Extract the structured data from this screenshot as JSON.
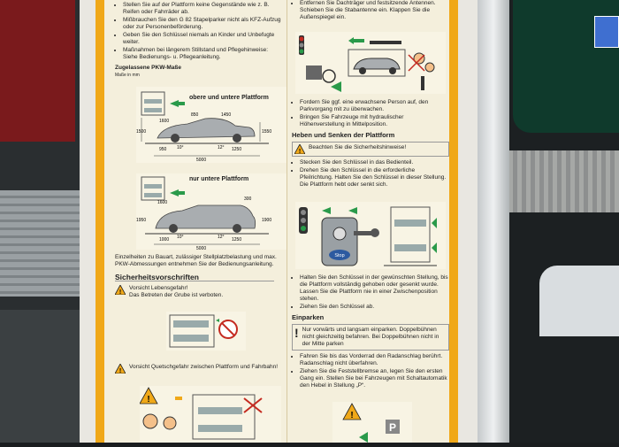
{
  "left_column": {
    "bullets_top": [
      "Stellen Sie auf der Plattform keine Gegenstände wie z. B. Reifen oder Fahrräder ab.",
      "Mißbrauchen Sie den G 82 Stapelparker nicht als KFZ-Aufzug oder zur Personenbeförderung.",
      "Geben Sie den Schlüssel niemals an Kinder und Unbefugte weiter.",
      "Maßnahmen bei längerem Stillstand und Pflegehinweise: Siehe Bedienungs- u. Pflegeanleitung."
    ],
    "dims_title": "Zugelassene PKW-Maße",
    "dims_subtitle": "Maße in mm",
    "platform1_label": "obere und untere Plattform",
    "platform2_label": "nur untere Plattform",
    "dims1": [
      "850",
      "1450",
      "1600",
      "1500",
      "1550",
      "950",
      "1250",
      "5000",
      "10°",
      "12°"
    ],
    "dims2": [
      "1600",
      "300",
      "1950",
      "1900",
      "1000",
      "1250",
      "5000",
      "10°",
      "12°"
    ],
    "note": "Einzelheiten zu Bauart, zulässiger Stellplatzbelastung und max. PKW-Abmessungen entnehmen Sie der Bedienungsanleitung.",
    "safety_title": "Sicherheitsvorschriften",
    "warn1_title": "Vorsicht Lebensgefahr!",
    "warn1_text": "Das Betreten der Grube ist verboten.",
    "warn2_text": "Vorsicht Quetschgefahr zwischen Plattform und Fahrbahn!"
  },
  "right_column": {
    "bullets_top": [
      "Entfernen Sie Dachträger und festsitzende Antennen. Schieben Sie die Stabantenne ein. Klappen Sie die Außenspiegel ein."
    ],
    "bullets_mid": [
      "Fordern Sie ggf. eine erwachsene Person auf, den Parkvorgang mit zu überwachen.",
      "Bringen Sie Fahrzeuge mit hydraulischer Höhenverstellung in Mittelposition."
    ],
    "lift_title": "Heben und Senken der Plattform",
    "lift_warn": "Beachten Sie die Sicherheitshinweise!",
    "lift_bullets": [
      "Stecken Sie den Schlüssel in das Bedienteil.",
      "Drehen Sie den Schlüssel in die erforderliche Pfeilrichtung. Halten Sie den Schlüssel in dieser Stellung. Die Plattform hebt oder senkt sich."
    ],
    "stop_label": "Stop",
    "hold_bullets": [
      "Halten Sie den Schlüssel in der gewünschten Stellung, bis die Plattform vollständig gehoben oder gesenkt wurde. Lassen Sie die Plattform nie in einer Zwischenposition stehen.",
      "Ziehen Sie den Schlüssel ab."
    ],
    "park_title": "Einparken",
    "park_warn": "Nur vorwärts und langsam einparken. Doppelbühnen nicht gleichzeitig befahren. Bei Doppelbühnen nicht in der Mitte parken",
    "park_bullets": [
      "Fahren Sie bis das Vorderrad den Radanschlag berührt. Radanschlag nicht überfahren.",
      "Ziehen Sie die Feststellbremse an, legen Sie den ersten Gang ein. Stellen Sie bei Fahrzeugen mit Schaltautomatik den Hebel in Stellung „P“."
    ],
    "parking_sign": "P"
  },
  "colors": {
    "yellow": "#f0a818",
    "green": "#2a9a4a",
    "red": "#c42a20",
    "sign_bg": "#f4efdc"
  }
}
